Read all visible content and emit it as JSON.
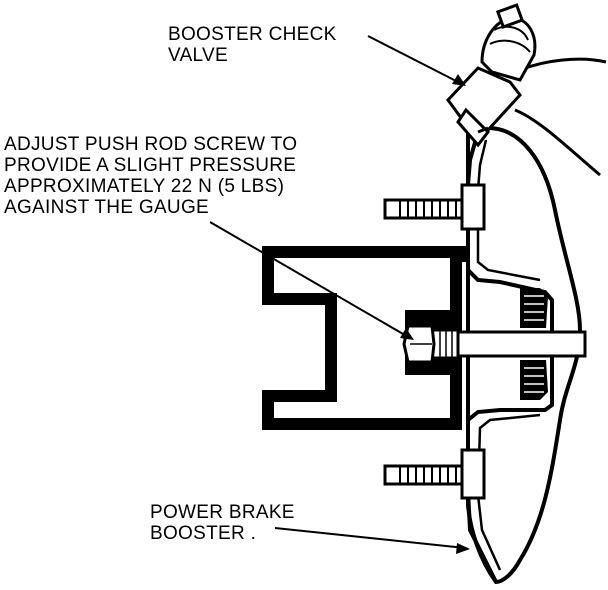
{
  "labels": {
    "check_valve": [
      "BOOSTER CHECK",
      "VALVE"
    ],
    "adjust": [
      "ADJUST PUSH ROD SCREW TO",
      "PROVIDE A SLIGHT PRESSURE",
      "APPROXIMATELY 22 N (5 LBS)",
      "AGAINST THE GAUGE"
    ],
    "booster": [
      "POWER BRAKE",
      "BOOSTER ."
    ]
  },
  "colors": {
    "ink": "#000000",
    "paper": "#ffffff"
  }
}
